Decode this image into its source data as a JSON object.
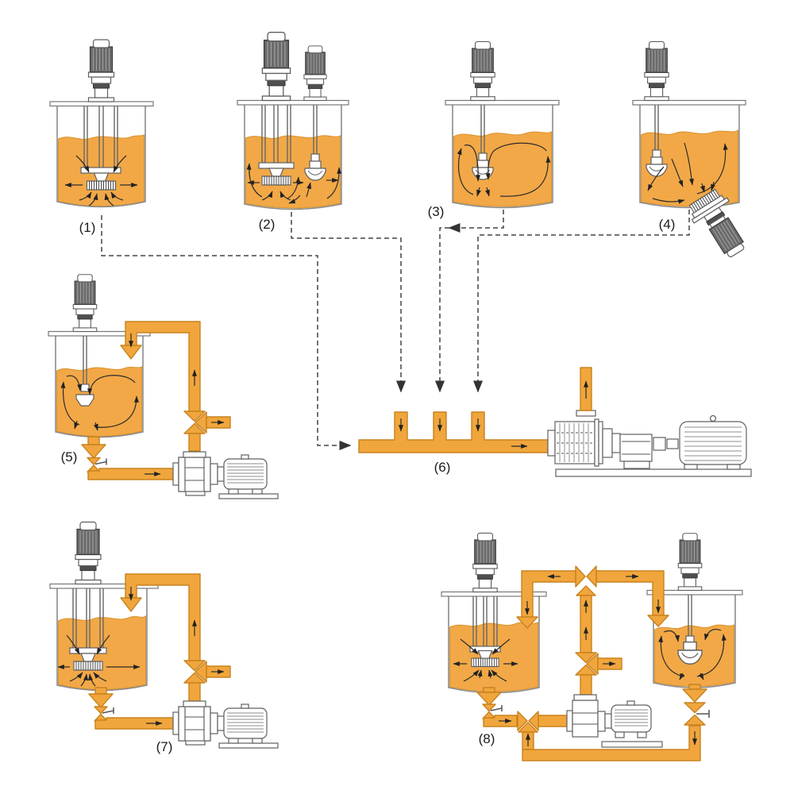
{
  "diagram": {
    "sections": [
      {
        "label": "(1)",
        "name": "batch-high-shear-mixer-tank"
      },
      {
        "label": "(2)",
        "name": "dual-mixer-tank-disperser-and-propeller"
      },
      {
        "label": "(3)",
        "name": "propeller-agitator-tank"
      },
      {
        "label": "(4)",
        "name": "propeller-tank-with-bottom-entry-homogenizer"
      },
      {
        "label": "(5)",
        "name": "mixer-tank-with-recirculation-pump-loop"
      },
      {
        "label": "(6)",
        "name": "inline-mixer-with-three-inlet-feed-manifold"
      },
      {
        "label": "(7)",
        "name": "high-shear-tank-with-recirculation-pump-loop"
      },
      {
        "label": "(8)",
        "name": "twin-tank-transfer-and-recirculation-system"
      }
    ],
    "colors": {
      "liquid": "#F2A847",
      "liquid_edge": "#D8922B",
      "pipe": "#F0A63C",
      "pipe_edge": "#C8821E",
      "dashed_line": "#444444",
      "flow_arrow": "#2B2B2B"
    }
  }
}
